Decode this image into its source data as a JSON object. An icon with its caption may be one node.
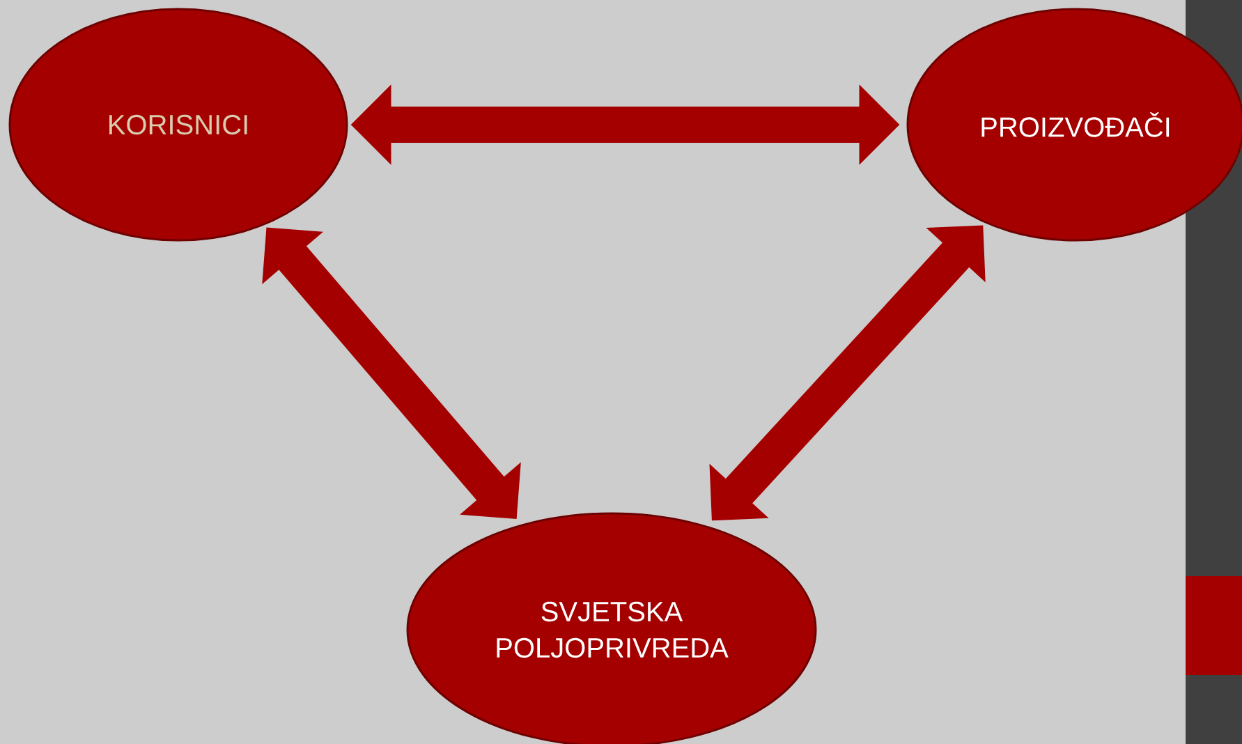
{
  "diagram": {
    "nodes": [
      {
        "text": [
          "KORISNICI"
        ]
      },
      {
        "text": [
          "PROIZVOĐAČI"
        ]
      },
      {
        "text": [
          "SVJETSKA POLJOPRIVREDA"
        ]
      }
    ],
    "edges": [
      {
        "from": 0,
        "to": 1,
        "arrow": "both"
      },
      {
        "from": 0,
        "to": 2,
        "arrow": "both"
      },
      {
        "from": 1,
        "to": 2,
        "arrow": "both"
      }
    ]
  }
}
